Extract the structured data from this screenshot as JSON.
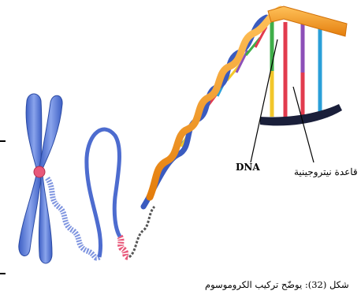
{
  "labels": {
    "dna": "DNA",
    "nitrogen_base": "قاعدة نيتروجينية"
  },
  "caption": "شكل (32): يوضّح تركيب الكروموسوم",
  "colors": {
    "chromosome": "#5e7fd6",
    "centromere": "#e8587a",
    "helix_orange": "#f39a1e",
    "helix_blue": "#3a5bbf",
    "base_colors": [
      "#e23b4e",
      "#3fae49",
      "#2a9fd8",
      "#8d4fb8",
      "#f2c72a"
    ]
  }
}
